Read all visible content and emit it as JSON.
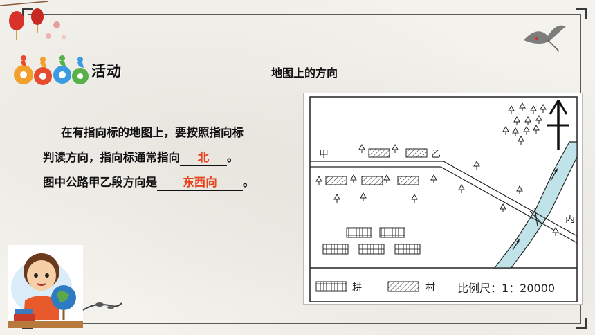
{
  "slide": {
    "activity_label": "活动",
    "title": "地图上的方向"
  },
  "text": {
    "line1": "在有指向标的地图上，要按照指向标",
    "line2_prefix": "判读方向，指向标通常指向",
    "answer1": "北",
    "line2_suffix": "。",
    "line3_prefix": "图中公路甲乙段方向是",
    "answer2": "东西向",
    "line3_suffix": "。"
  },
  "map": {
    "place_jia": "甲",
    "place_yi": "乙",
    "place_bing": "丙",
    "legend_farmland": "耕",
    "legend_village": "村",
    "scale_label": "比例尺：1：20000"
  },
  "colors": {
    "answer": "#e8421c",
    "river": "#bfe3e8",
    "frame": "#5a5a5a"
  }
}
